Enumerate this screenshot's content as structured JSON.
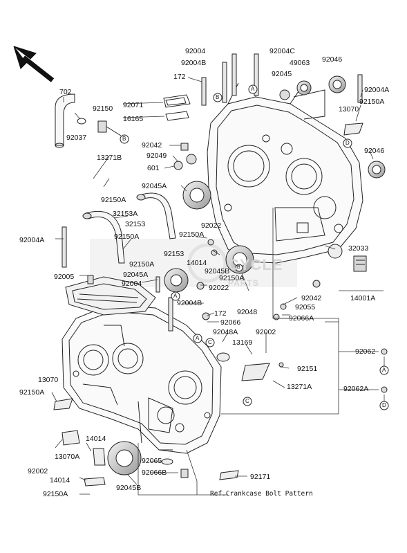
{
  "watermark": {
    "line1": "CYCLE",
    "line2": "PARTS"
  },
  "note": "Ref.Crankcase Bolt Pattern",
  "labels": {
    "p702": "702",
    "p92150": "92150",
    "p92037": "92037",
    "p92071": "92071",
    "p16165": "16165",
    "p13271B": "13271B",
    "p92150A_a": "92150A",
    "p32153A": "32153A",
    "p92150A_b": "92150A",
    "p92004A_l": "92004A",
    "p92150A_c": "92150A",
    "p92045A": "92045A",
    "p92005": "92005",
    "p92004_mid": "92004",
    "p13070_l": "13070",
    "p92150A_d": "92150A",
    "p92004": "92004",
    "p92004B_top": "92004B",
    "p92004C": "92004C",
    "p49063": "49063",
    "p92046_top": "92046",
    "p92045_top": "92045",
    "p172_top": "172",
    "p92004A_r": "92004A",
    "p13070_r": "13070",
    "p92150A_r": "92150A",
    "p92042_top": "92042",
    "p92049": "92049",
    "p601": "601",
    "p92046_r": "92046",
    "p92045A_mid": "92045A",
    "p32153": "32153",
    "p92150A_e": "92150A",
    "p92022_a": "92022",
    "p92153": "92153",
    "p14014_mid": "14014",
    "p92045B_mid": "92045B",
    "p92150A_f": "92150A",
    "p92022_b": "92022",
    "p92004B_mid": "92004B",
    "p32033": "32033",
    "p92042_r": "92042",
    "p92055": "92055",
    "p14001A": "14001A",
    "p92048": "92048",
    "p92066A": "92066A",
    "p172_mid": "172",
    "p92066": "92066",
    "p92048A": "92048A",
    "p13169": "13169",
    "p92002_r": "92002",
    "p92062": "92062",
    "p92151": "92151",
    "p13271A": "13271A",
    "p92062A": "92062A",
    "p14014_bot": "14014",
    "p13070A": "13070A",
    "p92002_bl": "92002",
    "p14014_bl": "14014",
    "p92150A_g": "92150A",
    "p92065": "92065",
    "p92066B": "92066B",
    "p92171": "92171",
    "p92045B_bot": "92045B"
  },
  "callouts": {
    "a1": "A",
    "a2": "A",
    "a3": "A",
    "a4": "A",
    "b1": "B",
    "b2": "B",
    "b3": "B",
    "c1": "C",
    "c2": "C",
    "d1": "D",
    "d2": "D"
  }
}
